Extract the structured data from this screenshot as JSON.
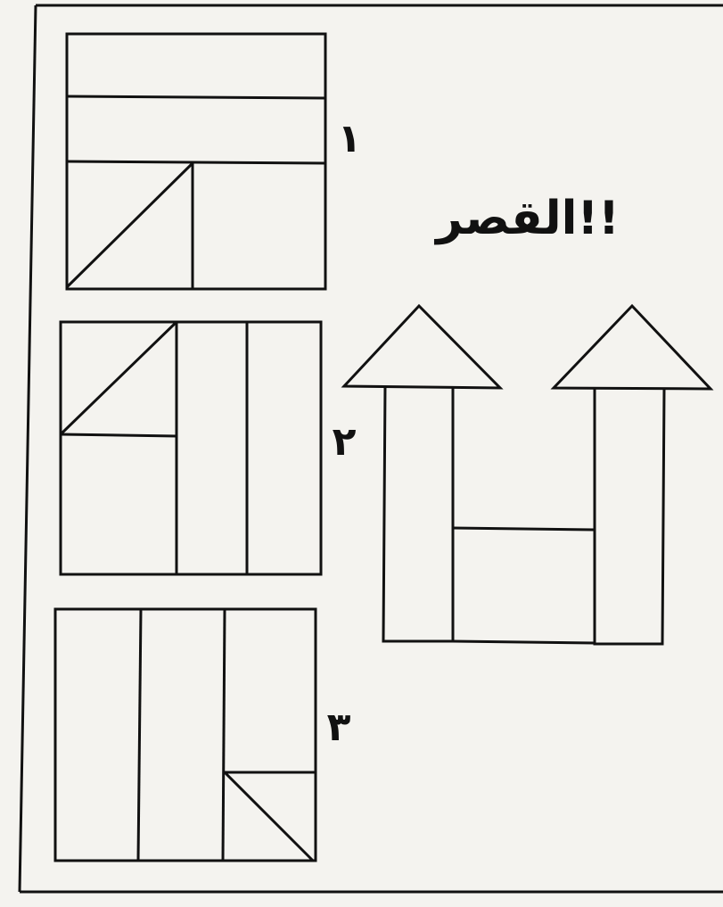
{
  "title": "القصر!!",
  "puzzles": [
    {
      "number": "١"
    },
    {
      "number": "٢"
    },
    {
      "number": "٣"
    }
  ],
  "colors": {
    "background": "#f4f3ef",
    "stroke": "#111111"
  }
}
